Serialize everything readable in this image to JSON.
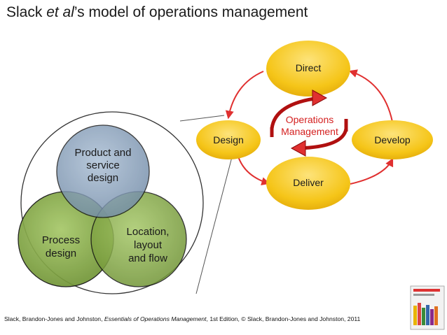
{
  "title": {
    "prefix": "Slack ",
    "italic": "et al",
    "suffix": "’s model of operations management"
  },
  "cycle": {
    "center": [
      "Operations",
      "Management"
    ],
    "nodes": {
      "direct": "Direct",
      "design": "Design",
      "develop": "Develop",
      "deliver": "Deliver"
    }
  },
  "venn": {
    "product": [
      "Product and",
      "service",
      "design"
    ],
    "process": [
      "Process",
      "design"
    ],
    "location": [
      "Location,",
      "layout",
      "and flow"
    ]
  },
  "citation": {
    "prefix": "Slack, Brandon-Jones and Johnston, ",
    "italic": "Essentials of Operations Management",
    "suffix": ", 1st Edition, © Slack, Brandon-Jones and Johnston, 2011"
  },
  "colors": {
    "node_fill": "#f5c518",
    "arrow_red": "#e03030",
    "dark_red": "#b01010",
    "venn_blue": "#8aa2bd",
    "venn_green": "#8db048"
  }
}
